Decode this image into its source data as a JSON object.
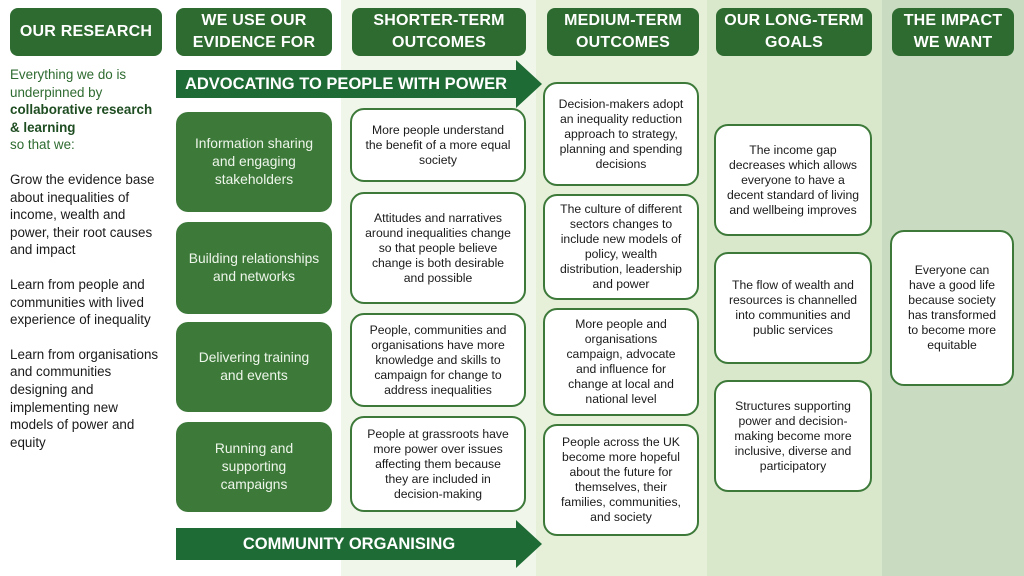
{
  "colors": {
    "dark_green": "#2e6b30",
    "box_green": "#3d7a3a",
    "col_short_bg": "#f1f6ea",
    "col_medium_bg": "#e5efd8",
    "col_long_bg": "#d7e6c8",
    "col_impact_bg": "#c8dbc0"
  },
  "headers": {
    "research": "OUR RESEARCH",
    "evidence": "WE USE OUR\nEVIDENCE FOR",
    "shorter": "SHORTER-TERM\nOUTCOMES",
    "medium": "MEDIUM-TERM\nOUTCOMES",
    "long": "OUR LONG-TERM\nGOALS",
    "impact": "THE IMPACT\nWE WANT"
  },
  "intro": {
    "line1": "Everything we do is underpinned by",
    "bold": "collaborative research & learning",
    "line2": "so that we:",
    "points": [
      "Grow the evidence base about inequalities of income, wealth and power, their root causes and impact",
      "Learn from people and communities with lived experience of inequality",
      "Learn from organisations and communities designing and implementing new models of power and equity"
    ]
  },
  "arrows": {
    "top": "ADVOCATING TO PEOPLE WITH POWER",
    "bottom": "COMMUNITY ORGANISING"
  },
  "evidence": [
    "Information sharing and engaging stakeholders",
    "Building relationships and networks",
    "Delivering training and events",
    "Running and supporting campaigns"
  ],
  "shorter": [
    "More people understand the benefit of a more equal society",
    "Attitudes and narratives around inequalities change so that people believe change is both desirable and possible",
    "People, communities and organisations have more knowledge and skills to campaign for change to address inequalities",
    "People at grassroots have more power over issues affecting them because they are included in decision-making"
  ],
  "medium": [
    "Decision-makers adopt an inequality reduction approach to strategy, planning and spending decisions",
    "The culture of different sectors changes to include new models of policy, wealth distribution, leadership and power",
    "More people and organisations campaign, advocate and influence for change at local and national level",
    "People across the UK become more hopeful about the future for themselves, their families, communities, and society"
  ],
  "long": [
    "The income gap decreases which allows everyone to have a decent standard of living and wellbeing improves",
    "The flow of wealth and resources is channelled into communities and public services",
    "Structures supporting power and decision-making become more inclusive, diverse and participatory"
  ],
  "impact": "Everyone can have a good life because society has transformed to become more equitable"
}
